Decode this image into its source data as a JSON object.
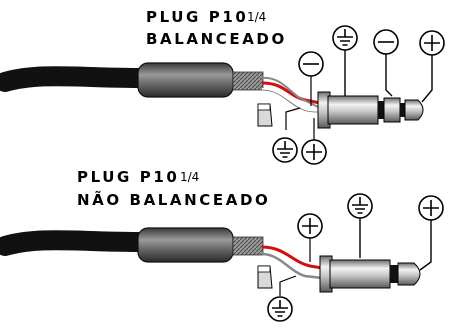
{
  "diagrams": [
    {
      "title_line1": "PLUG P10",
      "title_fraction": "1/4",
      "title_line2": "BALANCEADO",
      "symbols": [
        "ground",
        "minus",
        "plus",
        "minus",
        "ground",
        "plus"
      ]
    },
    {
      "title_line1": "PLUG P10",
      "title_fraction": "1/4",
      "title_line2": "NÃO BALANCEADO",
      "symbols": [
        "plus",
        "ground",
        "plus",
        "ground"
      ]
    }
  ],
  "colors": {
    "cable": "#1a1a1a",
    "wire_red": "#d11010",
    "wire_white": "#ffffff",
    "shield": "#8a8a8a",
    "metal": "#bdbdbd"
  }
}
